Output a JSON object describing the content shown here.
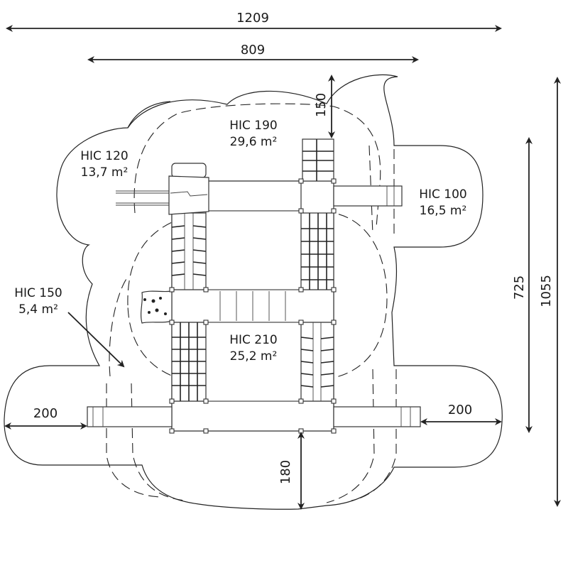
{
  "diagram": {
    "title": "Playground equipment safety zone plan",
    "dimensions": {
      "overall_width": "1209",
      "equipment_width": "809",
      "overall_depth": "1055",
      "equipment_depth": "725",
      "top_clearance": "150",
      "bottom_clearance": "180",
      "left_slide_clearance": "200",
      "right_slide_clearance": "200"
    },
    "zones": [
      {
        "id": "hic190",
        "hic": "HIC 190",
        "area": "29,6 m²"
      },
      {
        "id": "hic120",
        "hic": "HIC 120",
        "area": "13,7 m²"
      },
      {
        "id": "hic100",
        "hic": "HIC 100",
        "area": "16,5 m²"
      },
      {
        "id": "hic150",
        "hic": "HIC 150",
        "area": "5,4 m²"
      },
      {
        "id": "hic210",
        "hic": "HIC 210",
        "area": "25,2 m²"
      }
    ],
    "colors": {
      "line": "#222222",
      "background": "#ffffff"
    }
  }
}
